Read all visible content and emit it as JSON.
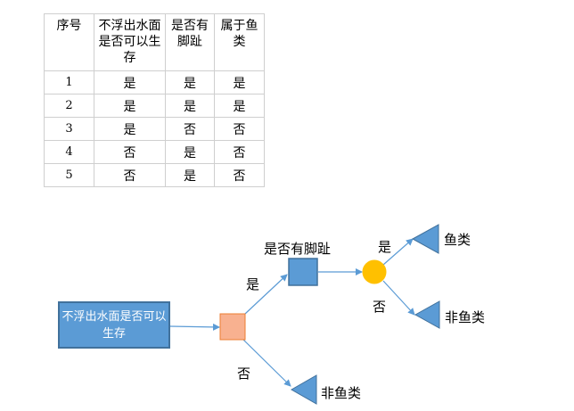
{
  "table": {
    "headers": [
      "序号",
      "不浮出水面是否可以生存",
      "是否有脚趾",
      "属于鱼类"
    ],
    "rows": [
      [
        "1",
        "是",
        "是",
        "是"
      ],
      [
        "2",
        "是",
        "是",
        "是"
      ],
      [
        "3",
        "是",
        "否",
        "否"
      ],
      [
        "4",
        "否",
        "是",
        "否"
      ],
      [
        "5",
        "否",
        "是",
        "否"
      ]
    ]
  },
  "tree": {
    "root_label": "不浮出水面是否可以生存",
    "node_feet_label": "是否有脚趾",
    "edge_root_yes": "是",
    "edge_root_no": "否",
    "edge_feet_yes": "是",
    "edge_feet_no": "否",
    "leaf_fish": "鱼类",
    "leaf_not_fish_top": "非鱼类",
    "leaf_not_fish_bottom": "非鱼类"
  },
  "colors": {
    "root_fill": "#5b9bd5",
    "feet_node_fill": "#5b9bd5",
    "split_node_fill": "#f8b190",
    "circle_fill": "#ffc000",
    "leaf_fill": "#5b9bd5",
    "edge": "#5b9bd5"
  }
}
